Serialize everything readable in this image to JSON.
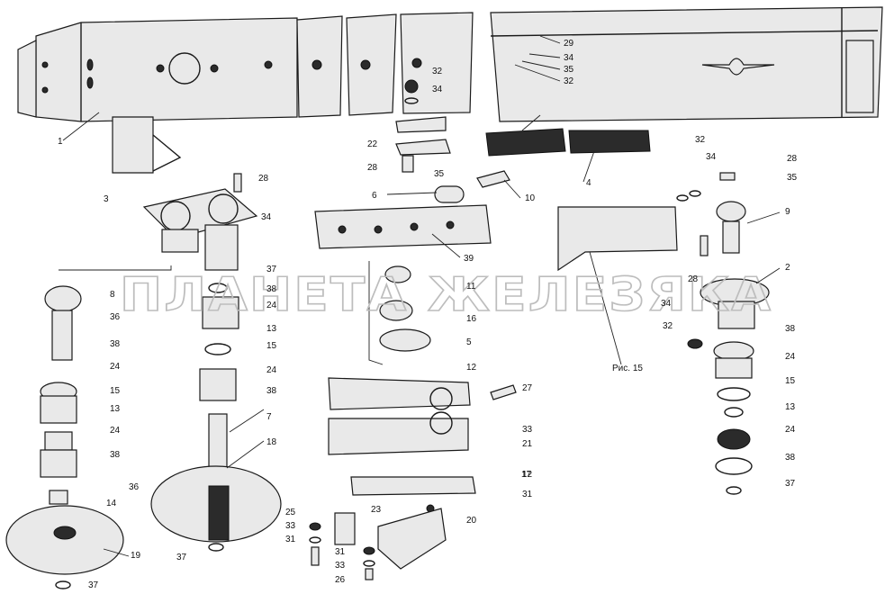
{
  "watermark": "ПЛАНЕТА ЖЕЛЕЗЯКА",
  "figure_caption": "Рис. 15",
  "callouts": {
    "p1": "1",
    "p2": "2",
    "p3": "3",
    "p4": "4",
    "p5": "5",
    "p6": "6",
    "p7": "7",
    "p8a": "8",
    "p9": "9",
    "p10": "10",
    "p11": "11",
    "p12a": "12",
    "p12b": "12",
    "p13a": "13",
    "p13b": "13",
    "p13c": "13",
    "p14": "14",
    "p15a": "15",
    "p15b": "15",
    "p15c": "15",
    "p16": "16",
    "p17": "17",
    "p18": "18",
    "p19": "19",
    "p20": "20",
    "p21": "21",
    "p22": "22",
    "p23": "23",
    "p24a": "24",
    "p24b": "24",
    "p24c": "24",
    "p24d": "24",
    "p24e": "24",
    "p24f": "24",
    "p25": "25",
    "p26": "26",
    "p27": "27",
    "p28a": "28",
    "p28b": "28",
    "p28c": "28",
    "p28d": "28",
    "p29": "29",
    "p31a": "31",
    "p31b": "31",
    "p31c": "31",
    "p32a": "32",
    "p32b": "32",
    "p32c": "32",
    "p32d": "32",
    "p33a": "33",
    "p33b": "33",
    "p33c": "33",
    "p34a": "34",
    "p34b": "34",
    "p34c": "34",
    "p34d": "34",
    "p34e": "34",
    "p35a": "35",
    "p35b": "35",
    "p35c": "35",
    "p36a": "36",
    "p36b": "36",
    "p37a": "37",
    "p37b": "37",
    "p37c": "37",
    "p37d": "37",
    "p38a": "38",
    "p38b": "38",
    "p38c": "38",
    "p38d": "38",
    "p38e": "38",
    "p38f": "38",
    "p39": "39"
  }
}
